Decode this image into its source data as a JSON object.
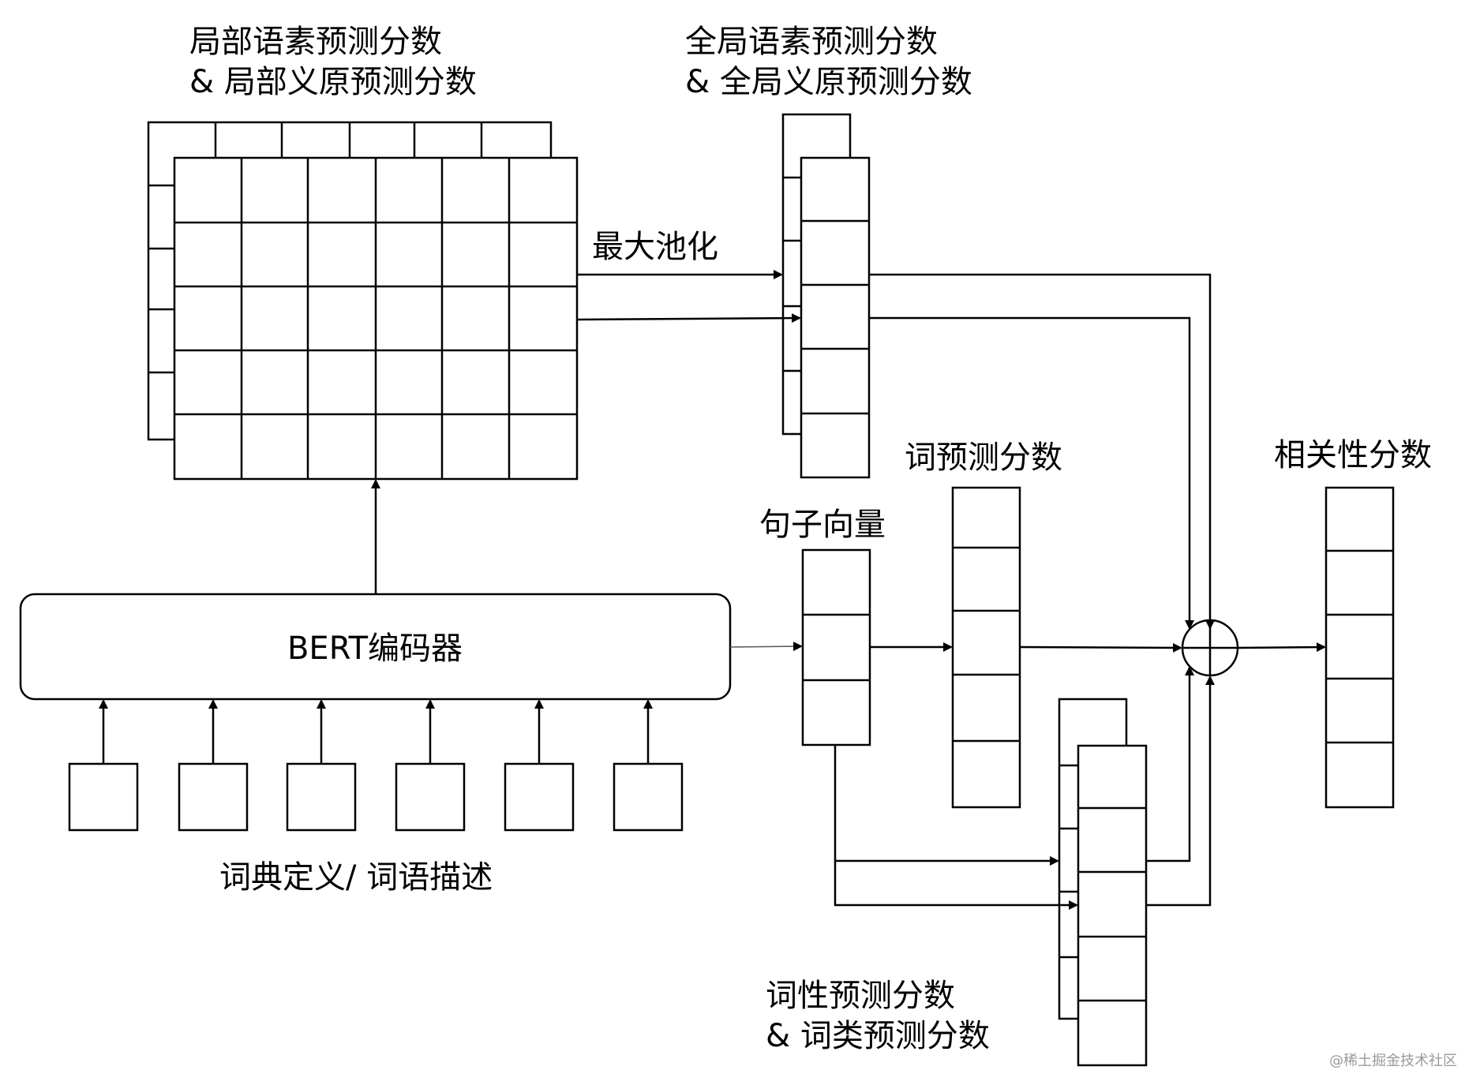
{
  "labels": {
    "local_scores_line1": "局部语素预测分数",
    "local_scores_line2": "& 局部义原预测分数",
    "global_scores_line1": "全局语素预测分数",
    "global_scores_line2": "& 全局义原预测分数",
    "max_pooling": "最大池化",
    "word_pred": "词预测分数",
    "relevance": "相关性分数",
    "sentence_vector": "句子向量",
    "encoder": "BERT编码器",
    "input": "词典定义/ 词语描述",
    "pos_line1": "词性预测分数",
    "pos_line2": "& 词类预测分数",
    "watermark": "@稀土掘金技术社区"
  }
}
